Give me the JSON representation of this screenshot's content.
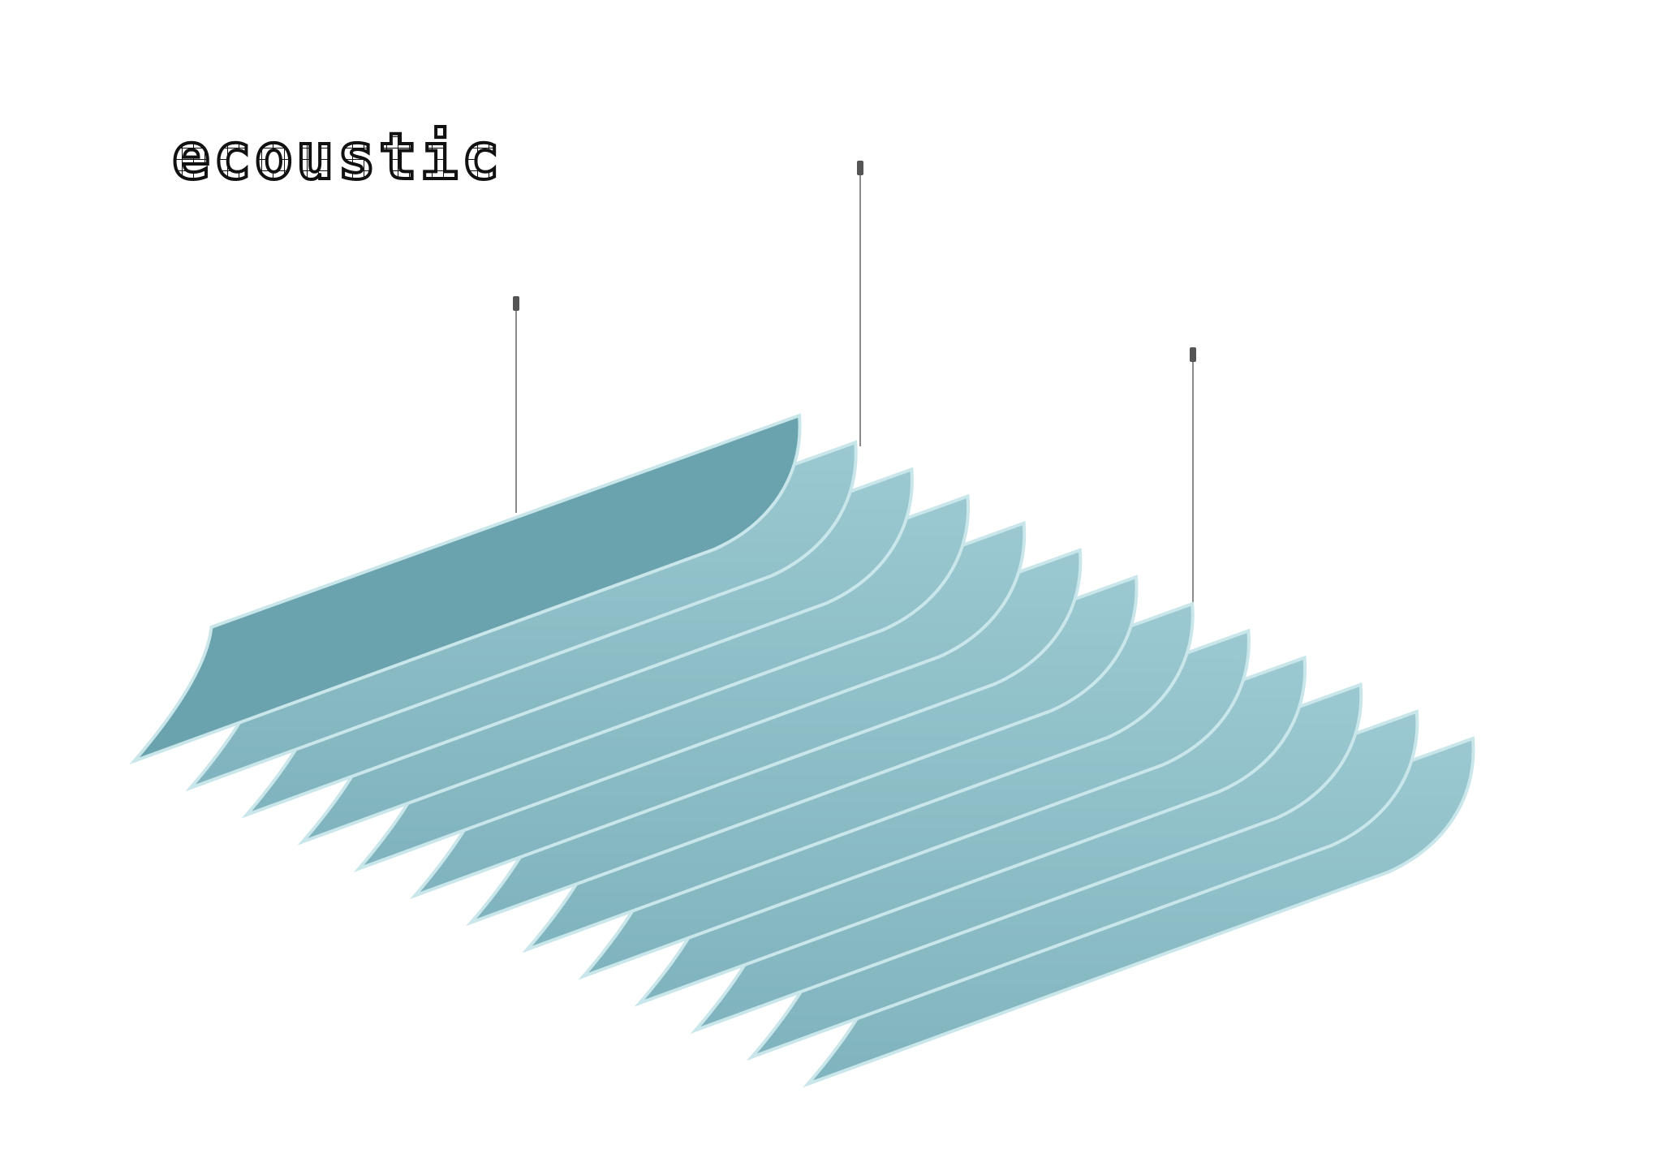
{
  "brand": {
    "logo_text": "ecoustic",
    "ink_color": "#111111"
  },
  "product": {
    "panel_count": 13,
    "suspension_cable_count": 3,
    "felt_color": "#7fb3bd",
    "felt_light_color": "#9cc9d1",
    "felt_dark_color": "#6aa2ad",
    "edge_color": "#c9e6ea",
    "cable_color": "#8a8a8a",
    "clamp_color": "#555555"
  }
}
